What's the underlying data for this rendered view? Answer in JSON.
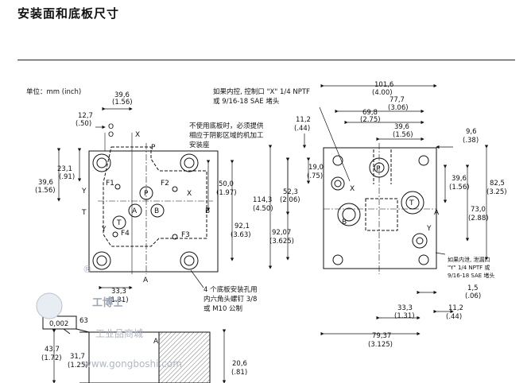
{
  "title": "安装面和底板尺寸",
  "unit_label": "单位：mm (inch)",
  "left_view": {
    "dims": [
      {
        "value": "39,6",
        "inch": "(1.56)"
      },
      {
        "value": "12,7",
        "inch": "(.50)"
      },
      {
        "value": "23,1",
        "inch": "(.91)"
      },
      {
        "value": "39,6",
        "inch": "(1.56)"
      },
      {
        "value": "50,0",
        "inch": "(1.97)"
      },
      {
        "value": "92,1",
        "inch": "(3.63)"
      },
      {
        "value": "33,3",
        "inch": "(1.31)"
      }
    ],
    "ports": [
      "P",
      "A",
      "B",
      "T",
      "X",
      "Y"
    ],
    "labels": {
      "O": "O",
      "X": "X",
      "P": "P",
      "Y": "Y",
      "T": "T",
      "F1": "F1",
      "F2": "F2",
      "F3": "F3",
      "F4": "F4",
      "A": "A",
      "B": "B"
    },
    "note_top": [
      "不使用底板时，必须提供",
      "相应于阴影区域的机加工",
      "安装座"
    ],
    "note_bottom": [
      "4 个底板安装孔用",
      "内六角头螺钉 3/8",
      "或 M10 公制"
    ]
  },
  "right_view": {
    "dims": [
      {
        "value": "101,6",
        "inch": "(4.00)"
      },
      {
        "value": "77,7",
        "inch": "(3.06)"
      },
      {
        "value": "69,8",
        "inch": "(2.75)"
      },
      {
        "value": "39,6",
        "inch": "(1.56)"
      },
      {
        "value": "11,2",
        "inch": "(.44)"
      },
      {
        "value": "9,6",
        "inch": "(.38)"
      },
      {
        "value": "19,0",
        "inch": "(.75)"
      },
      {
        "value": "52,3",
        "inch": "(2.06)"
      },
      {
        "value": "114,3",
        "inch": "(4.50)"
      },
      {
        "value": "92,07",
        "inch": "(3.625)"
      },
      {
        "value": "39,6",
        "inch": "(1.56)"
      },
      {
        "value": "82,5",
        "inch": "(3.25)"
      },
      {
        "value": "73,0",
        "inch": "(2.88)"
      },
      {
        "value": "1,5",
        "inch": "(.06)"
      },
      {
        "value": "33,3",
        "inch": "(1.31)"
      },
      {
        "value": "11,2",
        "inch": "(.44)"
      },
      {
        "value": "79,37",
        "inch": "(3.125)"
      }
    ],
    "note_x": [
      "如果内控, 控制口 \"X\" 1/4 NPTF",
      "或 9/16-18 SAE 堵头"
    ],
    "note_y": [
      "如果内泄, 泄漏口",
      "\"Y\" 1/4 NPTF 或",
      "9/16-18 SAE 堵头"
    ],
    "ports": [
      "P",
      "T",
      "A",
      "B",
      "X",
      "Y"
    ]
  },
  "bottom_view": {
    "tolerance": "0,002",
    "roughness": "63",
    "dims": [
      {
        "value": "43,7",
        "inch": "(1.72)"
      },
      {
        "value": "31,7",
        "inch": "(1.25)"
      },
      {
        "value": "20,6",
        "inch": "(.81)"
      }
    ],
    "port": "A"
  },
  "watermark": {
    "brand": "工博士",
    "sub": "工业品商城",
    "url": "www.gongboshi.com",
    "reg": "®"
  }
}
